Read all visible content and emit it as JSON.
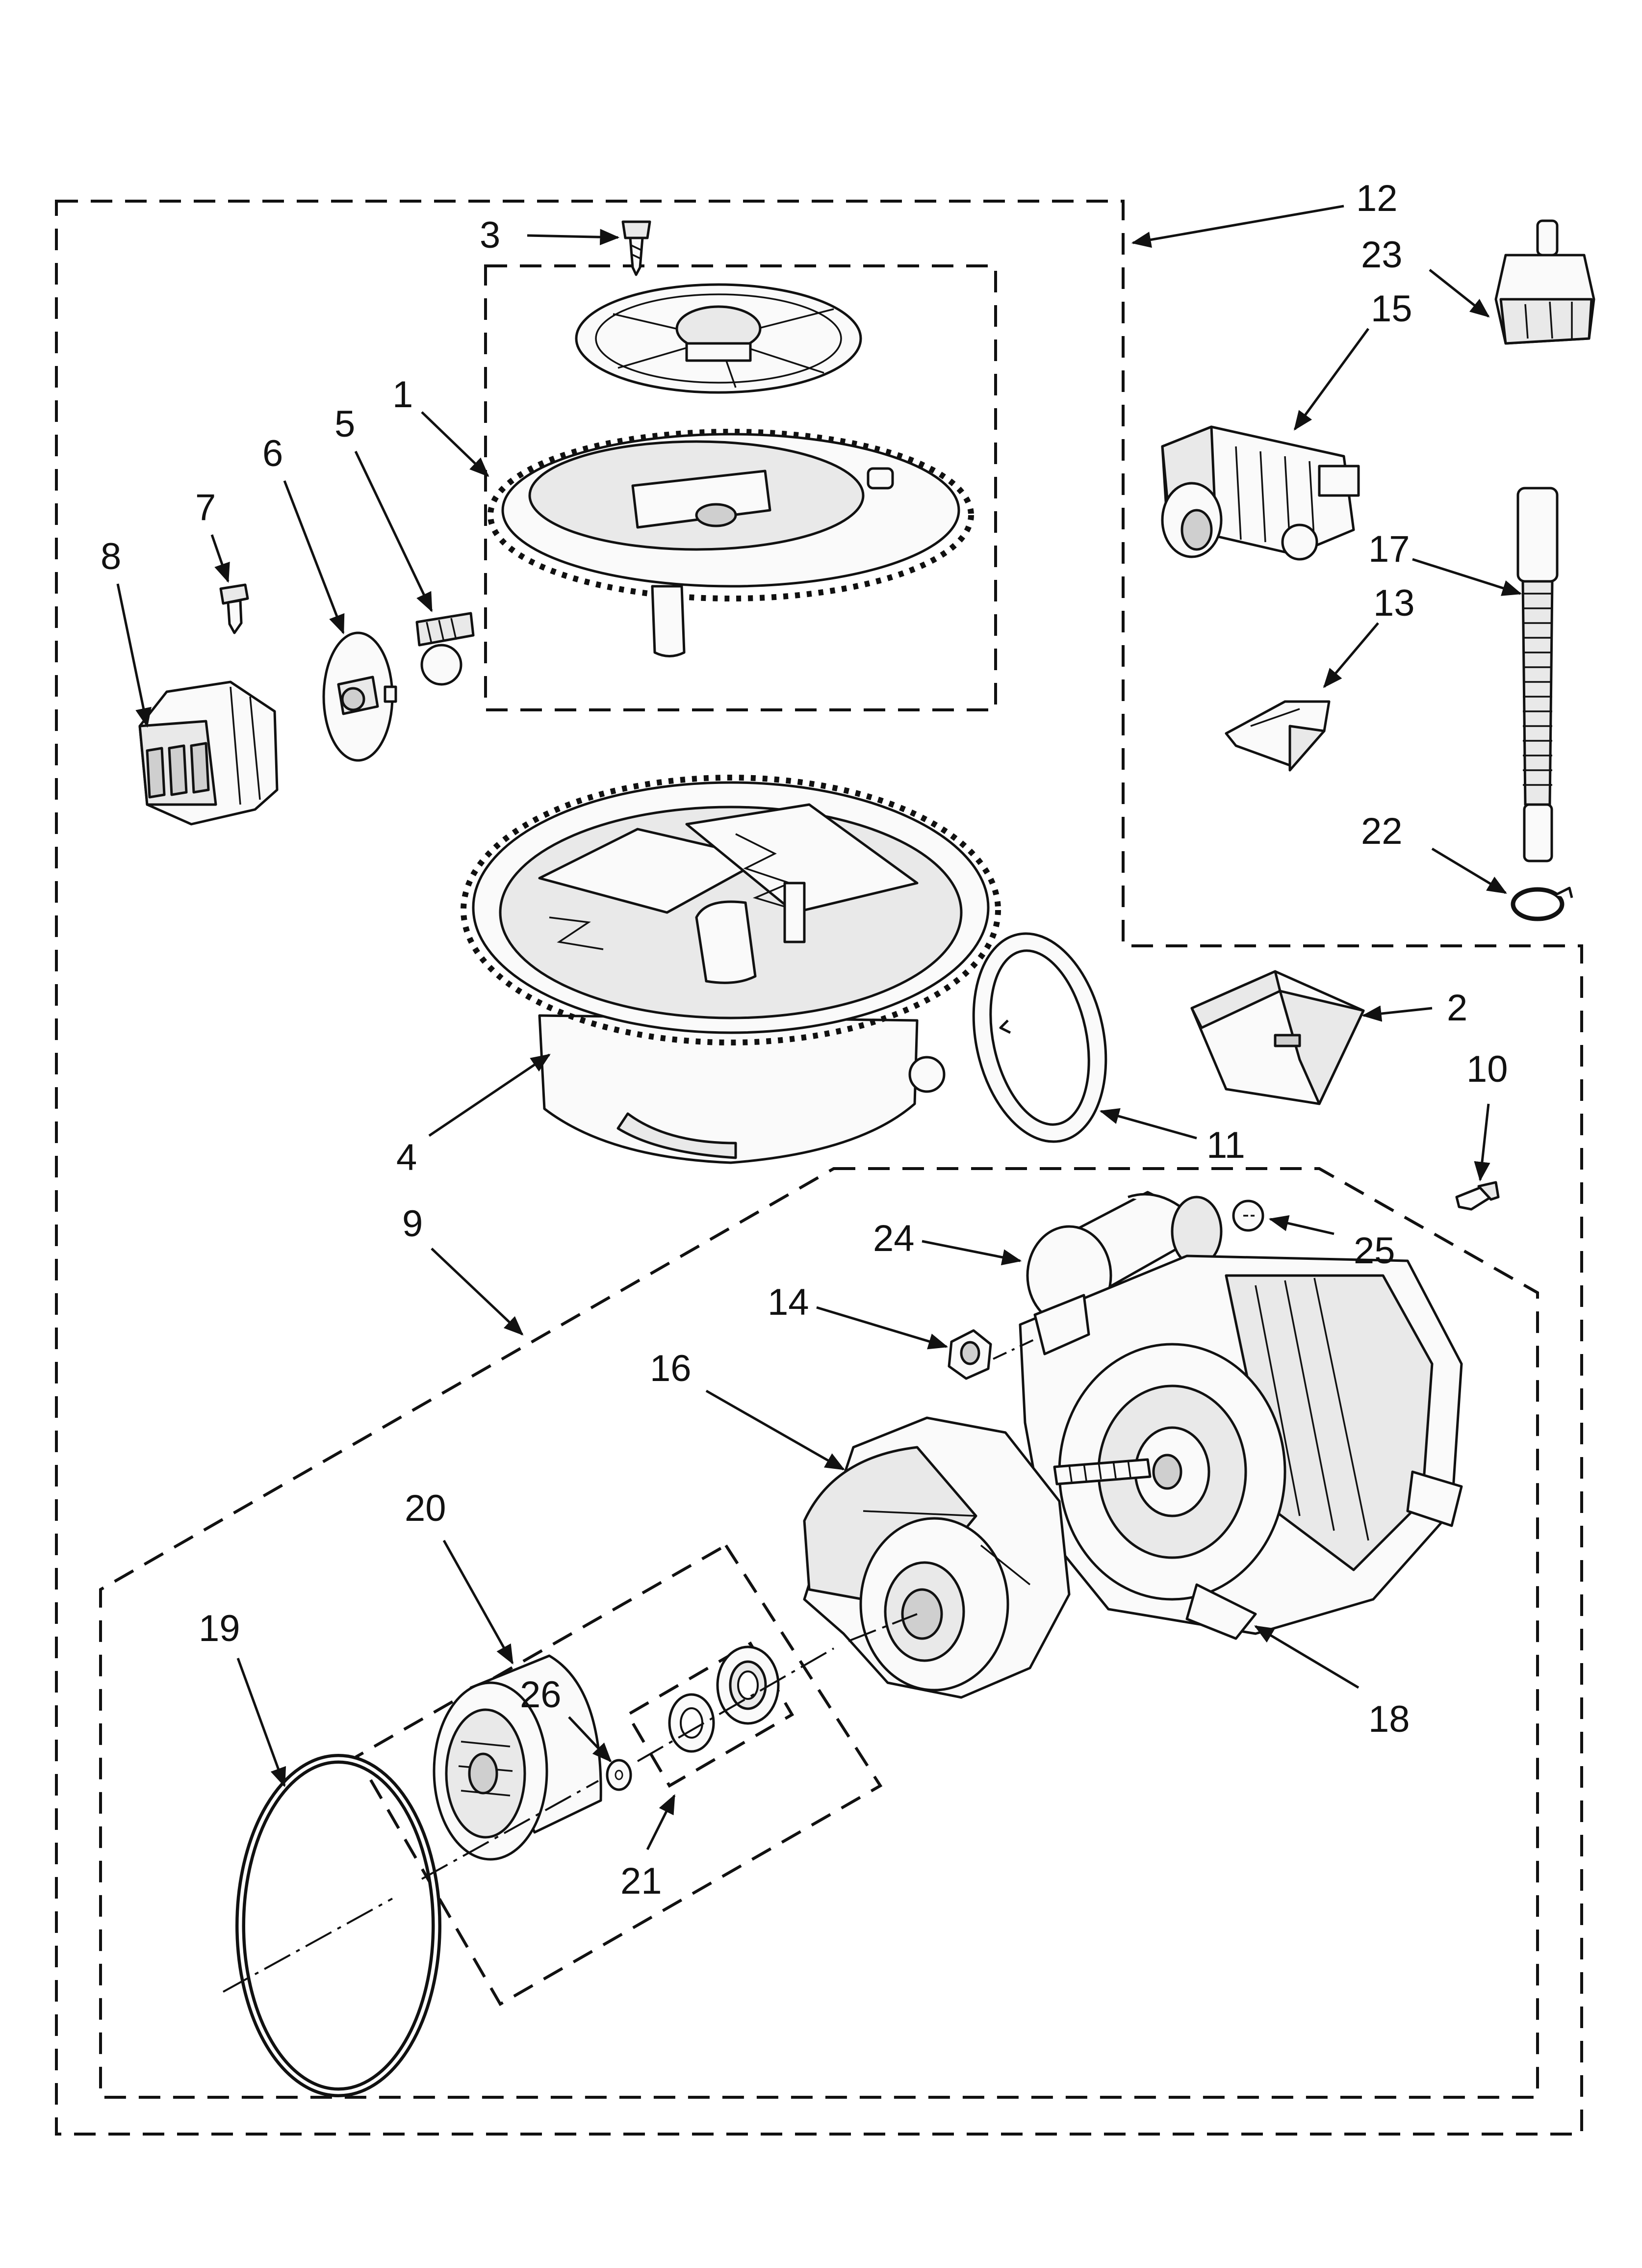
{
  "diagram": {
    "title": "",
    "labels": {
      "p1": "1",
      "p2": "2",
      "p3": "3",
      "p4": "4",
      "p5": "5",
      "p6": "6",
      "p7": "7",
      "p8": "8",
      "p9": "9",
      "p10": "10",
      "p11": "11",
      "p12": "12",
      "p13": "13",
      "p14": "14",
      "p15": "15",
      "p16": "16",
      "p17": "17",
      "p18": "18",
      "p19": "19",
      "p20": "20",
      "p21": "21",
      "p22": "22",
      "p23": "23",
      "p24": "24",
      "p25": "25",
      "p26": "26"
    }
  }
}
